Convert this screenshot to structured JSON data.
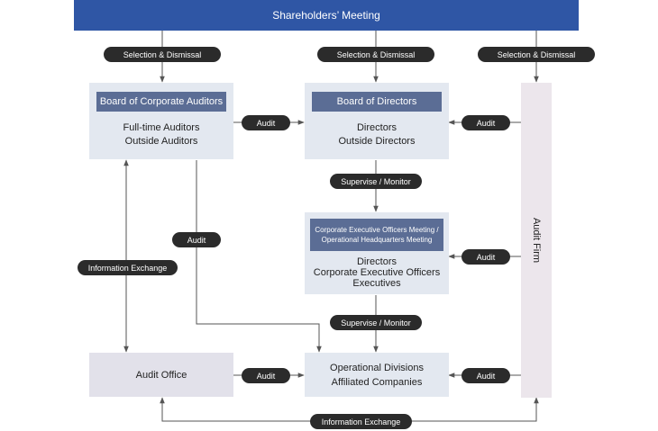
{
  "top": {
    "title": "Shareholders’ Meeting"
  },
  "labels": {
    "selection_dismissal": "Selection & Dismissal",
    "audit": "Audit",
    "supervise_monitor": "Supervise / Monitor",
    "information_exchange": "Information Exchange"
  },
  "board_auditors": {
    "header": "Board of Corporate Auditors",
    "line1": "Full-time Auditors",
    "line2": "Outside Auditors"
  },
  "board_directors": {
    "header": "Board of Directors",
    "line1": "Directors",
    "line2": "Outside Directors"
  },
  "exec_meeting": {
    "header_line1": "Corporate Executive Officers Meeting /",
    "header_line2": "Operational Headquarters Meeting",
    "line1": "Directors",
    "line2": "Corporate Executive Officers",
    "line3": "Executives"
  },
  "audit_office": {
    "label": "Audit Office"
  },
  "operational": {
    "line1": "Operational Divisions",
    "line2": "Affiliated Companies"
  },
  "audit_firm": {
    "label": "Audit Firm"
  },
  "colors": {
    "top_bar": "#2f56a5",
    "box_fill": "#e3e8f0",
    "box_header": "#5b6d95",
    "pill": "#2b2b2b",
    "audit_firm_fill": "#ece6ec",
    "line": "#555555"
  }
}
